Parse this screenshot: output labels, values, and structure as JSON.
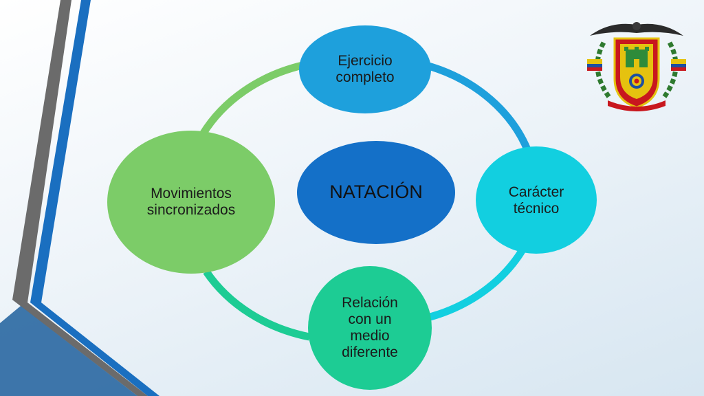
{
  "diagram": {
    "center": {
      "label": "NATACIÓN"
    },
    "nodes": [
      {
        "id": "top",
        "label": "Ejercicio\ncompleto"
      },
      {
        "id": "right",
        "label": "Carácter\ntécnico"
      },
      {
        "id": "bottom",
        "label": "Relación\ncon un\nmedio\ndiferente"
      },
      {
        "id": "left",
        "label": "Movimientos\nsincronizados"
      }
    ]
  },
  "colors": {
    "center": "#1470c8",
    "top": "#1ea0dc",
    "right": "#12cfe0",
    "bottom": "#1dcc94",
    "left": "#7ccc68",
    "ring_top_right": "#1ea0dc",
    "ring_right_bottom": "#12cfe0",
    "ring_bottom_left": "#1dcc94",
    "ring_left_top": "#7ccc68",
    "stripe_gray": "#6b6b6b",
    "stripe_blue": "#1a6fc0"
  },
  "logo": {
    "name": "university-crest"
  }
}
